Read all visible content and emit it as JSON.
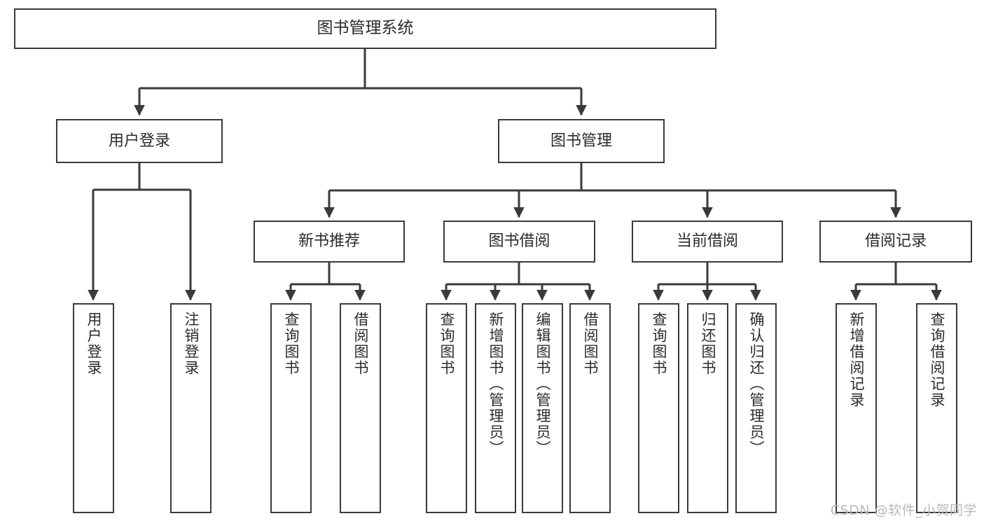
{
  "diagram": {
    "title": "图书管理系统",
    "type": "tree-hierarchy",
    "colors": {
      "box_border": "#3a3a3a",
      "box_fill": "#ffffff",
      "text": "#2b2b2b",
      "connector": "#3a3a3a",
      "watermark": "#b9b9b9",
      "background": "#ffffff"
    },
    "root": {
      "label": "图书管理系统"
    },
    "level1": [
      {
        "label": "用户登录"
      },
      {
        "label": "图书管理"
      }
    ],
    "level2": [
      {
        "label": "新书推荐"
      },
      {
        "label": "图书借阅"
      },
      {
        "label": "当前借阅"
      },
      {
        "label": "借阅记录"
      }
    ],
    "leaves": {
      "user_login": [
        {
          "label": "用户登录"
        },
        {
          "label": "注销登录"
        }
      ],
      "new_book": [
        {
          "label": "查询图书"
        },
        {
          "label": "借阅图书"
        }
      ],
      "book_borrow": [
        {
          "label": "查询图书"
        },
        {
          "label": "新增图书（管理员）"
        },
        {
          "label": "编辑图书（管理员）"
        },
        {
          "label": "借阅图书"
        }
      ],
      "current_borrow": [
        {
          "label": "查询图书"
        },
        {
          "label": "归还图书"
        },
        {
          "label": "确认归还（管理员）"
        }
      ],
      "borrow_record": [
        {
          "label": "新增借阅记录"
        },
        {
          "label": "查询借阅记录"
        }
      ]
    }
  },
  "watermark": {
    "text": "CSDN @软件_小贺同学"
  }
}
